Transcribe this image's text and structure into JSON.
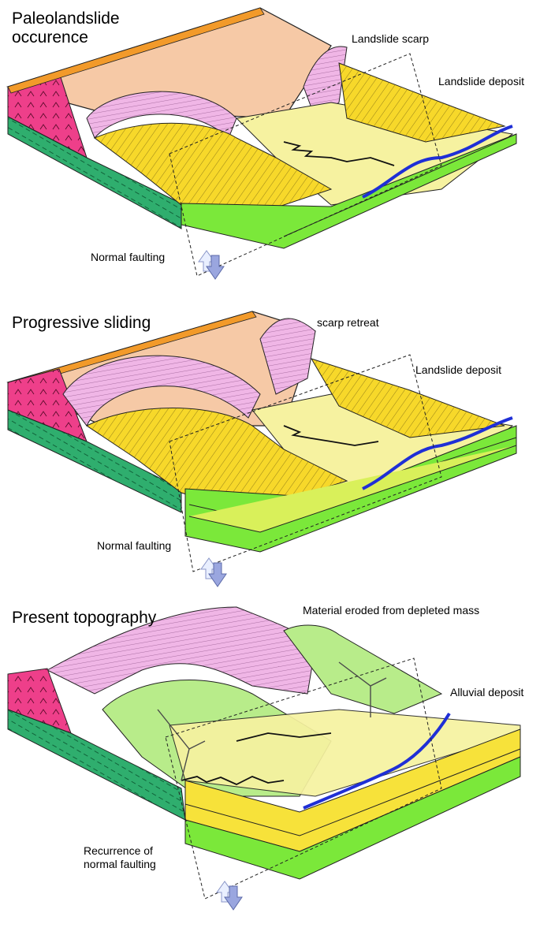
{
  "panels": [
    {
      "title": "Paleolandslide\noccurence",
      "labels": {
        "scarp": "Landslide scarp",
        "deposit": "Landslide deposit",
        "fault": "Normal faulting"
      }
    },
    {
      "title": "Progressive sliding",
      "labels": {
        "scarp": "scarp retreat",
        "deposit": "Landslide deposit",
        "fault": "Normal faulting"
      }
    },
    {
      "title": "Present topography",
      "labels": {
        "eroded": "Material eroded from depleted mass",
        "alluvial": "Alluvial deposit",
        "fault": "Recurrence of\nnormal faulting"
      }
    }
  ],
  "colors": {
    "plateau": "#f6c9a6",
    "deposit": "#f7d82a",
    "valley": "#f6f2a0",
    "green_layer": "#7be83a",
    "pink_rock": "#ee3f8a",
    "teal_rock": "#2fae6e",
    "scarp": "#f0b6e6",
    "orange_edge": "#f29a2a",
    "river": "#1f2fd6",
    "vegetation": "#b8ec8a"
  }
}
